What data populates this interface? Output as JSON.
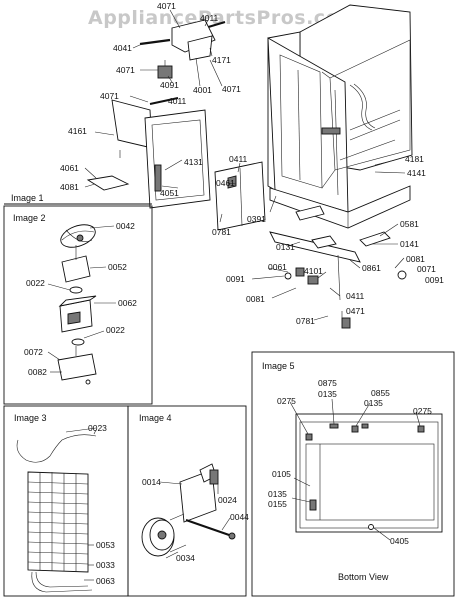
{
  "watermark": "AppliancePartsPros.com",
  "frames": {
    "image1": "Image 1",
    "image2": "Image 2",
    "image3": "Image 3",
    "image4": "Image 4",
    "image5": "Image 5"
  },
  "bottom_view": "Bottom View",
  "labels": {
    "l4071a": "4071",
    "l4011a": "4011",
    "l4041": "4041",
    "l4171": "4171",
    "l4071b": "4071",
    "l4091": "4091",
    "l4001": "4001",
    "l4071c": "4071",
    "l4071d": "4071",
    "l4011b": "4011",
    "l4161": "4161",
    "l4131": "4131",
    "l4061": "4061",
    "l4081": "4081",
    "l4051": "4051",
    "l0411a": "0411",
    "l0461": "0461",
    "l0781a": "0781",
    "l0391": "0391",
    "l4181": "4181",
    "l4141": "4141",
    "l0581": "0581",
    "l0131": "0131",
    "l0141": "0141",
    "l0861": "0861",
    "l0081a": "0081",
    "l0071": "0071",
    "l0091a": "0091",
    "l0061a": "0061",
    "l4101": "4101",
    "l0091b": "0091",
    "l0081b": "0081",
    "l0411b": "0411",
    "l0471": "0471",
    "l0781b": "0781",
    "l0042": "0042",
    "l0052": "0052",
    "l0022a": "0022",
    "l0062": "0062",
    "l0022b": "0022",
    "l0072": "0072",
    "l0082": "0082",
    "l0023": "0023",
    "l0053": "0053",
    "l0033": "0033",
    "l0063": "0063",
    "l0014": "0014",
    "l0024": "0024",
    "l0044": "0044",
    "l0034": "0034",
    "l0275a": "0275",
    "l0875": "0875",
    "l0135a": "0135",
    "l0855": "0855",
    "l0135b": "0135",
    "l0275b": "0275",
    "l0105": "0105",
    "l0135c": "0135",
    "l0155": "0155",
    "l0405": "0405"
  }
}
